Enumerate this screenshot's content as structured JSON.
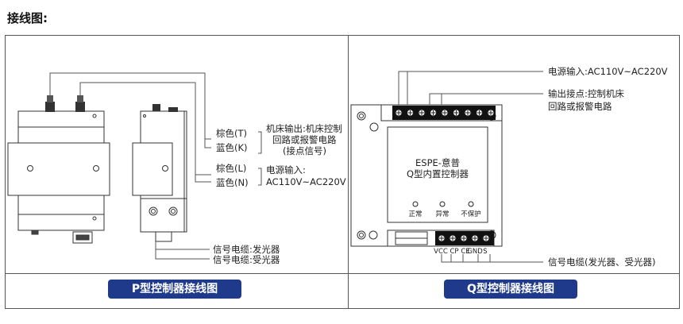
{
  "page": {
    "title": "接线图:"
  },
  "p_diagram": {
    "labels": {
      "brown_t": "棕色(T)",
      "blue_k": "蓝色(K)",
      "brown_l": "棕色(L)",
      "blue_n": "蓝色(N)",
      "machine_output_1": "机床输出:机床控制",
      "machine_output_2": "回路或报警电路",
      "machine_output_3": "(接点信号)",
      "power_input_1": "电源输入:",
      "power_input_2": "AC110V~AC220V",
      "signal_emitter": "信号电缆:发光器",
      "signal_receiver": "信号电缆:受光器"
    },
    "caption": "P型控制器接线图"
  },
  "q_diagram": {
    "device_name": "ESPE-意普",
    "device_model": "Q型内置控制器",
    "leds": [
      "正常",
      "异常",
      "不保护"
    ],
    "terminals_bottom": [
      "VCC",
      "CP",
      "CE",
      "GND",
      "S"
    ],
    "labels": {
      "power_input": "电源输入:AC110V~AC220V",
      "output_contact_1": "输出接点:控制机床",
      "output_contact_2": "回路或报警电路",
      "signal_cable": "信号电缆(发光器、受光器)"
    },
    "caption": "Q型控制器接线图"
  }
}
